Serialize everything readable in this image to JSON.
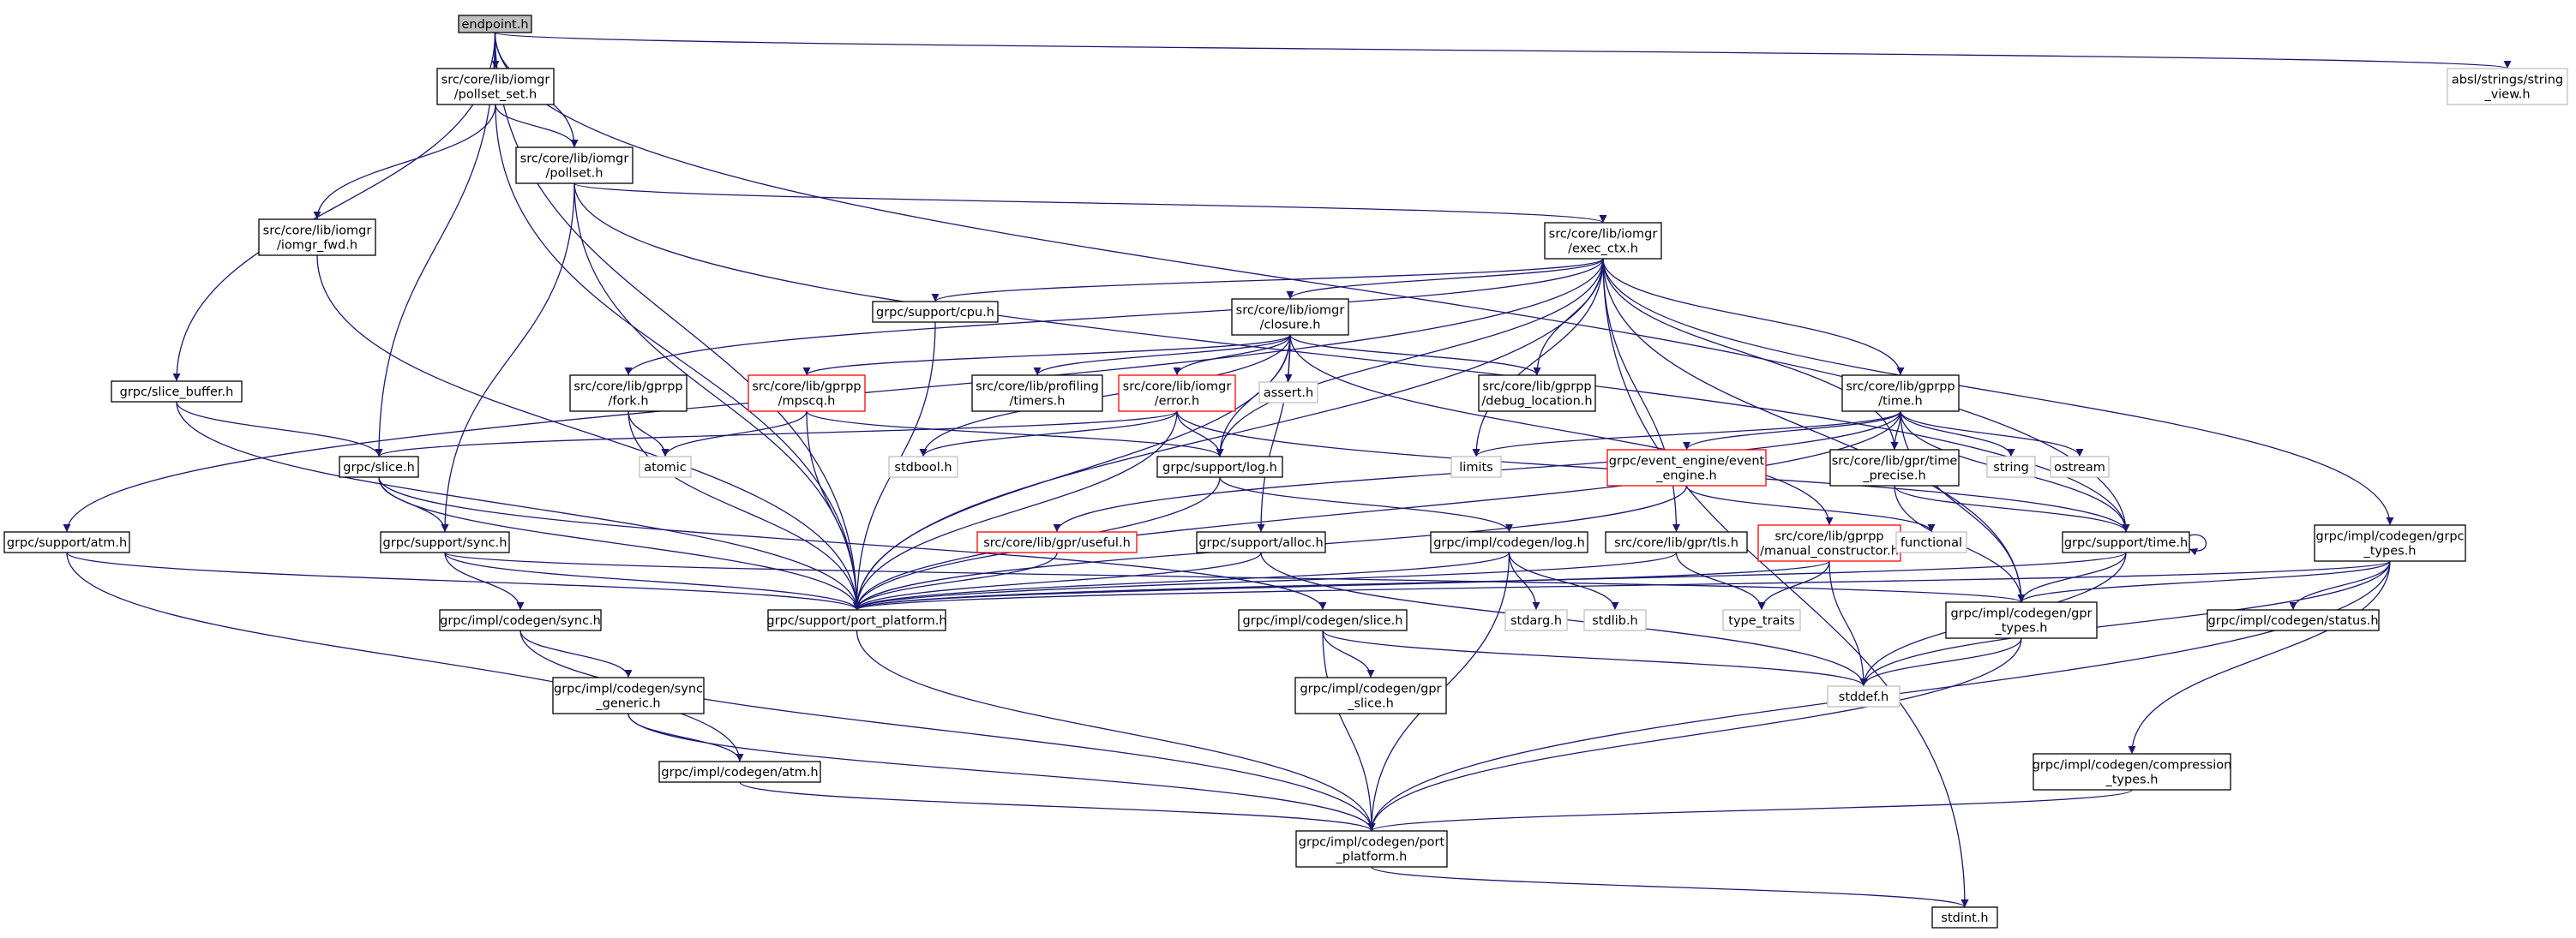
{
  "title": "",
  "colors": {
    "edge": "#191970",
    "node_border": "#000000",
    "external_border": "#bfbfbf",
    "warning_border": "#ff0000",
    "root_fill": "#bfbfbf",
    "node_fill": "#ffffff"
  },
  "nodes": [
    {
      "id": "endpoint_h",
      "lines": [
        "endpoint.h"
      ],
      "kind": "root"
    },
    {
      "id": "pollset_set_h",
      "lines": [
        "src/core/lib/iomgr",
        "/pollset_set.h"
      ],
      "kind": "normal"
    },
    {
      "id": "pollset_h",
      "lines": [
        "src/core/lib/iomgr",
        "/pollset.h"
      ],
      "kind": "normal"
    },
    {
      "id": "iomgr_fwd_h",
      "lines": [
        "src/core/lib/iomgr",
        "/iomgr_fwd.h"
      ],
      "kind": "normal"
    },
    {
      "id": "string_view_h",
      "lines": [
        "absl/strings/string",
        "_view.h"
      ],
      "kind": "external"
    },
    {
      "id": "exec_ctx_h",
      "lines": [
        "src/core/lib/iomgr",
        "/exec_ctx.h"
      ],
      "kind": "normal"
    },
    {
      "id": "cpu_h",
      "lines": [
        "grpc/support/cpu.h"
      ],
      "kind": "normal"
    },
    {
      "id": "closure_h",
      "lines": [
        "src/core/lib/iomgr",
        "/closure.h"
      ],
      "kind": "normal"
    },
    {
      "id": "slice_buffer_h",
      "lines": [
        "grpc/slice_buffer.h"
      ],
      "kind": "normal"
    },
    {
      "id": "fork_h",
      "lines": [
        "src/core/lib/gprpp",
        "/fork.h"
      ],
      "kind": "normal"
    },
    {
      "id": "mpscq_h",
      "lines": [
        "src/core/lib/gprpp",
        "/mpscq.h"
      ],
      "kind": "warning"
    },
    {
      "id": "timers_h",
      "lines": [
        "src/core/lib/profiling",
        "/timers.h"
      ],
      "kind": "normal"
    },
    {
      "id": "error_h",
      "lines": [
        "src/core/lib/iomgr",
        "/error.h"
      ],
      "kind": "warning"
    },
    {
      "id": "assert_h",
      "lines": [
        "assert.h"
      ],
      "kind": "external"
    },
    {
      "id": "debug_location_h",
      "lines": [
        "src/core/lib/gprpp",
        "/debug_location.h"
      ],
      "kind": "normal"
    },
    {
      "id": "gprpp_time_h",
      "lines": [
        "src/core/lib/gprpp",
        "/time.h"
      ],
      "kind": "normal"
    },
    {
      "id": "slice_h",
      "lines": [
        "grpc/slice.h"
      ],
      "kind": "normal"
    },
    {
      "id": "atomic",
      "lines": [
        "atomic"
      ],
      "kind": "external"
    },
    {
      "id": "stdbool_h",
      "lines": [
        "stdbool.h"
      ],
      "kind": "external"
    },
    {
      "id": "log_h",
      "lines": [
        "grpc/support/log.h"
      ],
      "kind": "normal"
    },
    {
      "id": "limits",
      "lines": [
        "limits"
      ],
      "kind": "external"
    },
    {
      "id": "event_engine_h",
      "lines": [
        "grpc/event_engine/event",
        "_engine.h"
      ],
      "kind": "warning"
    },
    {
      "id": "time_precise_h",
      "lines": [
        "src/core/lib/gpr/time",
        "_precise.h"
      ],
      "kind": "normal"
    },
    {
      "id": "string",
      "lines": [
        "string"
      ],
      "kind": "external"
    },
    {
      "id": "ostream",
      "lines": [
        "ostream"
      ],
      "kind": "external"
    },
    {
      "id": "support_atm_h",
      "lines": [
        "grpc/support/atm.h"
      ],
      "kind": "normal"
    },
    {
      "id": "support_sync_h",
      "lines": [
        "grpc/support/sync.h"
      ],
      "kind": "normal"
    },
    {
      "id": "useful_h",
      "lines": [
        "src/core/lib/gpr/useful.h"
      ],
      "kind": "warning"
    },
    {
      "id": "alloc_h",
      "lines": [
        "grpc/support/alloc.h"
      ],
      "kind": "normal"
    },
    {
      "id": "codegen_log_h",
      "lines": [
        "grpc/impl/codegen/log.h"
      ],
      "kind": "normal"
    },
    {
      "id": "tls_h",
      "lines": [
        "src/core/lib/gpr/tls.h"
      ],
      "kind": "normal"
    },
    {
      "id": "manual_constructor_h",
      "lines": [
        "src/core/lib/gprpp",
        "/manual_constructor.h"
      ],
      "kind": "warning"
    },
    {
      "id": "functional",
      "lines": [
        "functional"
      ],
      "kind": "external"
    },
    {
      "id": "support_time_h",
      "lines": [
        "grpc/support/time.h"
      ],
      "kind": "normal"
    },
    {
      "id": "grpc_types_h",
      "lines": [
        "grpc/impl/codegen/grpc",
        "_types.h"
      ],
      "kind": "normal"
    },
    {
      "id": "port_platform_h",
      "lines": [
        "grpc/support/port_platform.h"
      ],
      "kind": "normal"
    },
    {
      "id": "codegen_sync_h",
      "lines": [
        "grpc/impl/codegen/sync.h"
      ],
      "kind": "normal"
    },
    {
      "id": "codegen_slice_h",
      "lines": [
        "grpc/impl/codegen/slice.h"
      ],
      "kind": "normal"
    },
    {
      "id": "stdarg_h",
      "lines": [
        "stdarg.h"
      ],
      "kind": "external"
    },
    {
      "id": "stdlib_h",
      "lines": [
        "stdlib.h"
      ],
      "kind": "external"
    },
    {
      "id": "type_traits",
      "lines": [
        "type_traits"
      ],
      "kind": "external"
    },
    {
      "id": "gpr_types_h",
      "lines": [
        "grpc/impl/codegen/gpr",
        "_types.h"
      ],
      "kind": "normal"
    },
    {
      "id": "status_h",
      "lines": [
        "grpc/impl/codegen/status.h"
      ],
      "kind": "normal"
    },
    {
      "id": "sync_generic_h",
      "lines": [
        "grpc/impl/codegen/sync",
        "_generic.h"
      ],
      "kind": "normal"
    },
    {
      "id": "gpr_slice_h",
      "lines": [
        "grpc/impl/codegen/gpr",
        "_slice.h"
      ],
      "kind": "normal"
    },
    {
      "id": "stddef_h",
      "lines": [
        "stddef.h"
      ],
      "kind": "external"
    },
    {
      "id": "codegen_atm_h",
      "lines": [
        "grpc/impl/codegen/atm.h"
      ],
      "kind": "normal"
    },
    {
      "id": "compression_types_h",
      "lines": [
        "grpc/impl/codegen/compression",
        "_types.h"
      ],
      "kind": "normal"
    },
    {
      "id": "codegen_port_platform_h",
      "lines": [
        "grpc/impl/codegen/port",
        "_platform.h"
      ],
      "kind": "normal"
    },
    {
      "id": "stdint_h",
      "lines": [
        "stdint.h"
      ],
      "kind": "normal"
    }
  ],
  "edges": [
    {
      "from": "endpoint_h",
      "to": "pollset_set_h"
    },
    {
      "from": "endpoint_h",
      "to": "pollset_h"
    },
    {
      "from": "endpoint_h",
      "to": "string_view_h"
    },
    {
      "from": "endpoint_h",
      "to": "slice_buffer_h"
    },
    {
      "from": "endpoint_h",
      "to": "slice_h"
    },
    {
      "from": "endpoint_h",
      "to": "port_platform_h"
    },
    {
      "from": "endpoint_h",
      "to": "support_time_h"
    },
    {
      "from": "pollset_set_h",
      "to": "pollset_h"
    },
    {
      "from": "pollset_set_h",
      "to": "iomgr_fwd_h"
    },
    {
      "from": "pollset_set_h",
      "to": "port_platform_h"
    },
    {
      "from": "pollset_h",
      "to": "exec_ctx_h"
    },
    {
      "from": "pollset_h",
      "to": "support_sync_h"
    },
    {
      "from": "pollset_h",
      "to": "port_platform_h"
    },
    {
      "from": "pollset_h",
      "to": "support_time_h"
    },
    {
      "from": "iomgr_fwd_h",
      "to": "port_platform_h"
    },
    {
      "from": "exec_ctx_h",
      "to": "cpu_h"
    },
    {
      "from": "exec_ctx_h",
      "to": "closure_h"
    },
    {
      "from": "exec_ctx_h",
      "to": "fork_h"
    },
    {
      "from": "exec_ctx_h",
      "to": "debug_location_h"
    },
    {
      "from": "exec_ctx_h",
      "to": "gprpp_time_h"
    },
    {
      "from": "exec_ctx_h",
      "to": "time_precise_h"
    },
    {
      "from": "exec_ctx_h",
      "to": "limits"
    },
    {
      "from": "exec_ctx_h",
      "to": "log_h"
    },
    {
      "from": "exec_ctx_h",
      "to": "support_atm_h"
    },
    {
      "from": "exec_ctx_h",
      "to": "tls_h"
    },
    {
      "from": "exec_ctx_h",
      "to": "grpc_types_h"
    },
    {
      "from": "exec_ctx_h",
      "to": "port_platform_h"
    },
    {
      "from": "exec_ctx_h",
      "to": "stdint_h"
    },
    {
      "from": "exec_ctx_h",
      "to": "gpr_types_h"
    },
    {
      "from": "cpu_h",
      "to": "port_platform_h"
    },
    {
      "from": "closure_h",
      "to": "mpscq_h"
    },
    {
      "from": "closure_h",
      "to": "timers_h"
    },
    {
      "from": "closure_h",
      "to": "error_h"
    },
    {
      "from": "closure_h",
      "to": "assert_h"
    },
    {
      "from": "closure_h",
      "to": "debug_location_h"
    },
    {
      "from": "closure_h",
      "to": "stdbool_h"
    },
    {
      "from": "closure_h",
      "to": "log_h"
    },
    {
      "from": "closure_h",
      "to": "alloc_h"
    },
    {
      "from": "closure_h",
      "to": "manual_constructor_h"
    },
    {
      "from": "closure_h",
      "to": "port_platform_h"
    },
    {
      "from": "slice_buffer_h",
      "to": "slice_h"
    },
    {
      "from": "slice_buffer_h",
      "to": "port_platform_h"
    },
    {
      "from": "fork_h",
      "to": "atomic"
    },
    {
      "from": "fork_h",
      "to": "port_platform_h"
    },
    {
      "from": "mpscq_h",
      "to": "atomic"
    },
    {
      "from": "mpscq_h",
      "to": "log_h"
    },
    {
      "from": "mpscq_h",
      "to": "port_platform_h"
    },
    {
      "from": "error_h",
      "to": "slice_h"
    },
    {
      "from": "error_h",
      "to": "stdbool_h"
    },
    {
      "from": "error_h",
      "to": "log_h"
    },
    {
      "from": "error_h",
      "to": "support_time_h"
    },
    {
      "from": "error_h",
      "to": "port_platform_h"
    },
    {
      "from": "gprpp_time_h",
      "to": "limits"
    },
    {
      "from": "gprpp_time_h",
      "to": "event_engine_h"
    },
    {
      "from": "gprpp_time_h",
      "to": "time_precise_h"
    },
    {
      "from": "gprpp_time_h",
      "to": "string"
    },
    {
      "from": "gprpp_time_h",
      "to": "ostream"
    },
    {
      "from": "gprpp_time_h",
      "to": "useful_h"
    },
    {
      "from": "gprpp_time_h",
      "to": "support_time_h"
    },
    {
      "from": "gprpp_time_h",
      "to": "port_platform_h"
    },
    {
      "from": "gprpp_time_h",
      "to": "gpr_types_h"
    },
    {
      "from": "slice_h",
      "to": "support_sync_h"
    },
    {
      "from": "slice_h",
      "to": "codegen_slice_h"
    },
    {
      "from": "slice_h",
      "to": "port_platform_h"
    },
    {
      "from": "log_h",
      "to": "codegen_log_h"
    },
    {
      "from": "log_h",
      "to": "port_platform_h"
    },
    {
      "from": "event_engine_h",
      "to": "functional"
    },
    {
      "from": "event_engine_h",
      "to": "port_platform_h"
    },
    {
      "from": "time_precise_h",
      "to": "support_time_h"
    },
    {
      "from": "time_precise_h",
      "to": "gpr_types_h"
    },
    {
      "from": "support_atm_h",
      "to": "codegen_atm_h"
    },
    {
      "from": "support_atm_h",
      "to": "port_platform_h"
    },
    {
      "from": "support_sync_h",
      "to": "codegen_sync_h"
    },
    {
      "from": "support_sync_h",
      "to": "gpr_types_h"
    },
    {
      "from": "support_sync_h",
      "to": "port_platform_h"
    },
    {
      "from": "useful_h",
      "to": "port_platform_h"
    },
    {
      "from": "alloc_h",
      "to": "stddef_h"
    },
    {
      "from": "alloc_h",
      "to": "port_platform_h"
    },
    {
      "from": "codegen_log_h",
      "to": "stdarg_h"
    },
    {
      "from": "codegen_log_h",
      "to": "stdlib_h"
    },
    {
      "from": "codegen_log_h",
      "to": "codegen_port_platform_h"
    },
    {
      "from": "codegen_log_h",
      "to": "port_platform_h"
    },
    {
      "from": "tls_h",
      "to": "type_traits"
    },
    {
      "from": "tls_h",
      "to": "port_platform_h"
    },
    {
      "from": "manual_constructor_h",
      "to": "type_traits"
    },
    {
      "from": "manual_constructor_h",
      "to": "stddef_h"
    },
    {
      "from": "manual_constructor_h",
      "to": "port_platform_h"
    },
    {
      "from": "support_time_h",
      "to": "support_time_h"
    },
    {
      "from": "support_time_h",
      "to": "gpr_types_h"
    },
    {
      "from": "support_time_h",
      "to": "stddef_h"
    },
    {
      "from": "support_time_h",
      "to": "port_platform_h"
    },
    {
      "from": "grpc_types_h",
      "to": "gpr_types_h"
    },
    {
      "from": "grpc_types_h",
      "to": "status_h"
    },
    {
      "from": "grpc_types_h",
      "to": "compression_types_h"
    },
    {
      "from": "grpc_types_h",
      "to": "stddef_h"
    },
    {
      "from": "grpc_types_h",
      "to": "codegen_port_platform_h"
    },
    {
      "from": "grpc_types_h",
      "to": "port_platform_h"
    },
    {
      "from": "port_platform_h",
      "to": "codegen_port_platform_h"
    },
    {
      "from": "codegen_sync_h",
      "to": "sync_generic_h"
    },
    {
      "from": "codegen_sync_h",
      "to": "codegen_port_platform_h"
    },
    {
      "from": "codegen_slice_h",
      "to": "gpr_slice_h"
    },
    {
      "from": "codegen_slice_h",
      "to": "stddef_h"
    },
    {
      "from": "codegen_slice_h",
      "to": "codegen_port_platform_h"
    },
    {
      "from": "gpr_types_h",
      "to": "stddef_h"
    },
    {
      "from": "gpr_types_h",
      "to": "codegen_port_platform_h"
    },
    {
      "from": "sync_generic_h",
      "to": "codegen_atm_h"
    },
    {
      "from": "sync_generic_h",
      "to": "codegen_port_platform_h"
    },
    {
      "from": "codegen_atm_h",
      "to": "codegen_port_platform_h"
    },
    {
      "from": "compression_types_h",
      "to": "codegen_port_platform_h"
    },
    {
      "from": "codegen_port_platform_h",
      "to": "stdint_h"
    }
  ]
}
